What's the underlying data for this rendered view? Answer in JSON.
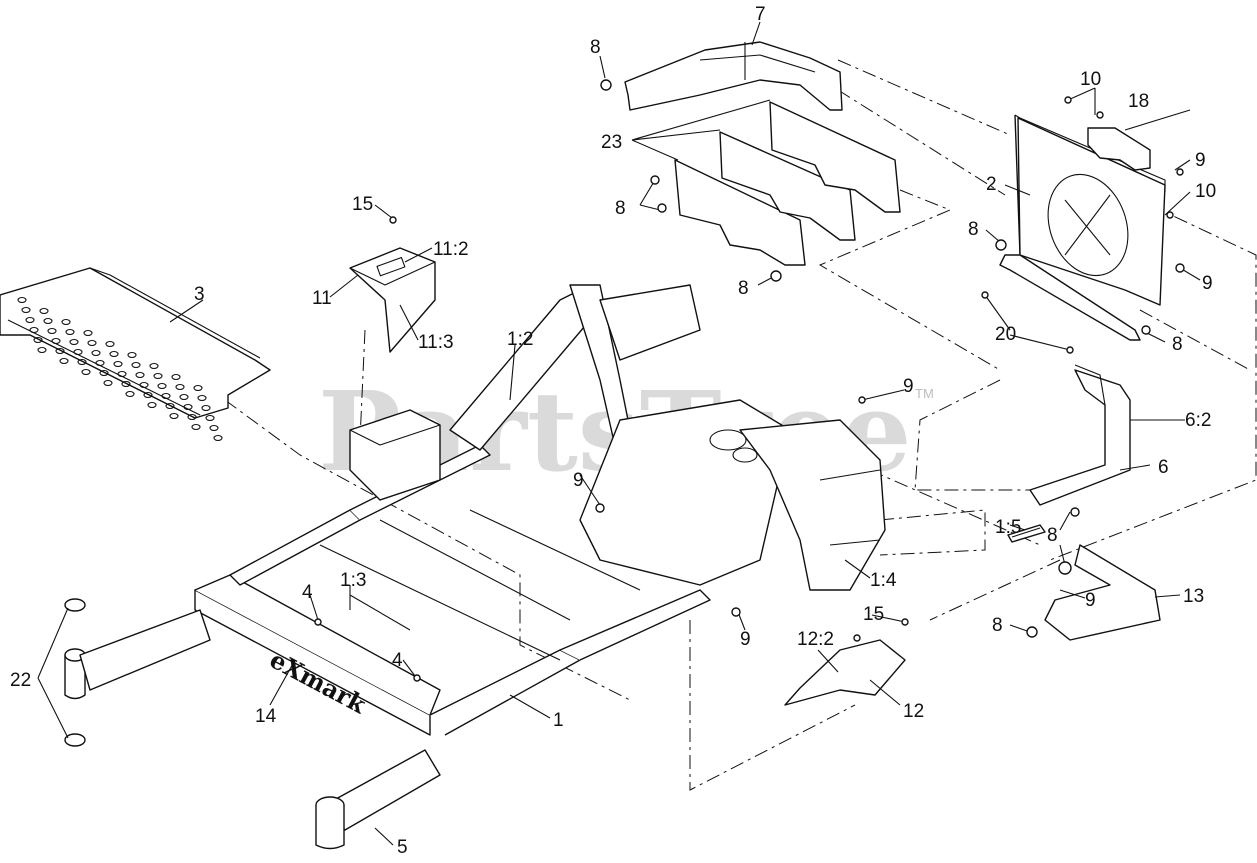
{
  "watermark": {
    "text": "PartsTree",
    "tm": "TM"
  },
  "brand_logo": "eXmark",
  "callouts": {
    "c1": "1",
    "c1_2": "1:2",
    "c1_3": "1:3",
    "c1_4": "1:4",
    "c1_5": "1:5",
    "c2": "2",
    "c3": "3",
    "c4a": "4",
    "c4b": "4",
    "c5": "5",
    "c6": "6",
    "c6_2": "6:2",
    "c7": "7",
    "c8a": "8",
    "c8b": "8",
    "c8c": "8",
    "c8d": "8",
    "c8e": "8",
    "c8f": "8",
    "c8g": "8",
    "c9a": "9",
    "c9b": "9",
    "c9c": "9",
    "c9d": "9",
    "c9e": "9",
    "c9f": "9",
    "c10a": "10",
    "c10b": "10",
    "c11": "11",
    "c11_2": "11:2",
    "c11_3": "11:3",
    "c12": "12",
    "c12_2": "12:2",
    "c13": "13",
    "c14": "14",
    "c15a": "15",
    "c15b": "15",
    "c18": "18",
    "c20": "20",
    "c22": "22",
    "c23": "23"
  }
}
